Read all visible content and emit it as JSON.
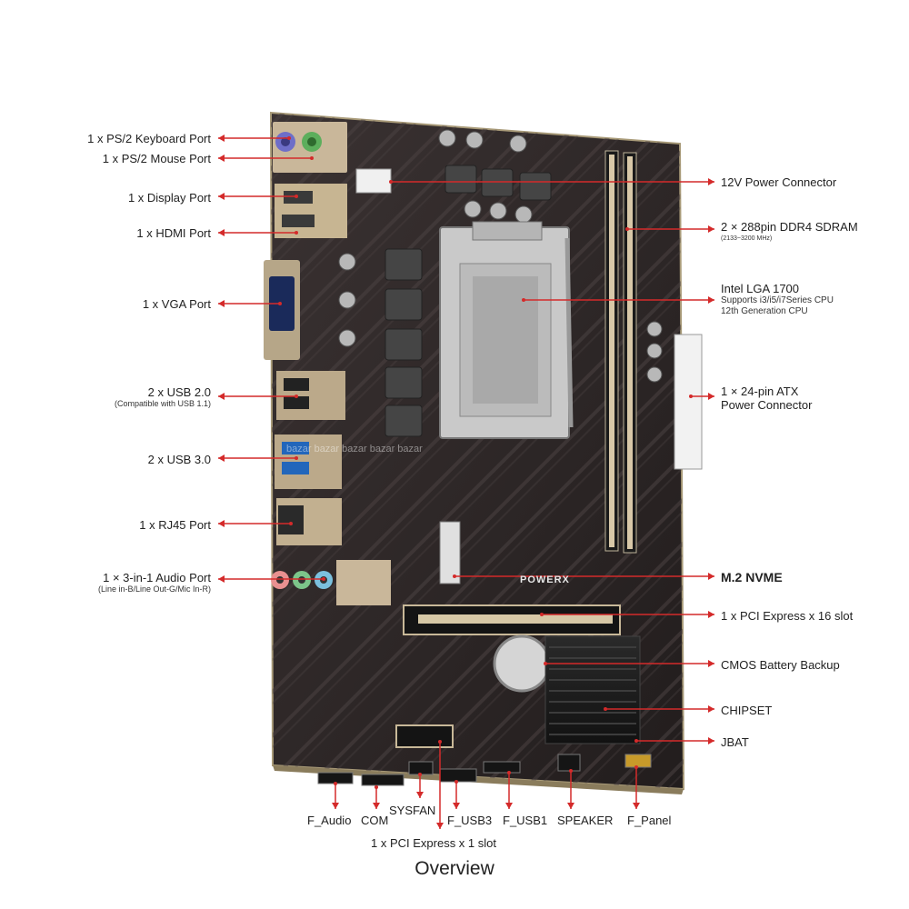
{
  "labels_left": [
    {
      "id": "ps2-keyboard",
      "text": "1 x PS/2 Keyboard Port",
      "sub": ""
    },
    {
      "id": "ps2-mouse",
      "text": "1 x PS/2 Mouse Port",
      "sub": ""
    },
    {
      "id": "display-port",
      "text": "1 x Display Port",
      "sub": ""
    },
    {
      "id": "hdmi-port",
      "text": "1 x HDMI Port",
      "sub": ""
    },
    {
      "id": "vga-port",
      "text": "1 x VGA Port",
      "sub": ""
    },
    {
      "id": "usb2",
      "text": "2 x USB 2.0",
      "sub": "(Compatible with USB 1.1)"
    },
    {
      "id": "usb3",
      "text": "2 x USB 3.0",
      "sub": ""
    },
    {
      "id": "rj45",
      "text": "1 x RJ45 Port",
      "sub": ""
    },
    {
      "id": "audio",
      "text": "1 × 3-in-1 Audio Port",
      "sub": "(Line in-B/Line Out-G/Mic In-R)"
    }
  ],
  "labels_right": [
    {
      "id": "power-12v",
      "text": "12V Power Connector",
      "sub": ""
    },
    {
      "id": "ddr4",
      "text": "2 × 288pin DDR4 SDRAM",
      "sub": "(2133~3200 MHz)"
    },
    {
      "id": "lga1700",
      "text": "Intel LGA 1700",
      "sub": "Supports i3/i5/i7Series CPU",
      "sub2": "12th Generation CPU"
    },
    {
      "id": "atx24",
      "text": "1 × 24-pin ATX",
      "sub": "Power Connector"
    },
    {
      "id": "m2",
      "text": "M.2 NVME",
      "sub": ""
    },
    {
      "id": "pcie16",
      "text": "1 x PCI Express x 16 slot",
      "sub": ""
    },
    {
      "id": "cmos",
      "text": "CMOS Battery Backup",
      "sub": ""
    },
    {
      "id": "chipset",
      "text": "CHIPSET",
      "sub": ""
    },
    {
      "id": "jbat",
      "text": "JBAT",
      "sub": ""
    }
  ],
  "labels_bottom": [
    {
      "id": "f-audio",
      "text": "F_Audio"
    },
    {
      "id": "com",
      "text": "COM"
    },
    {
      "id": "sysfan",
      "text": "SYSFAN"
    },
    {
      "id": "f-usb3",
      "text": "F_USB3"
    },
    {
      "id": "f-usb1",
      "text": "F_USB1"
    },
    {
      "id": "speaker",
      "text": "SPEAKER"
    },
    {
      "id": "f-panel",
      "text": "F_Panel"
    },
    {
      "id": "pcie1",
      "text": "1 x PCI Express x 1 slot"
    }
  ],
  "board_marking": "POWERX",
  "watermark": "bazar bazar bazar bazar bazar",
  "caption": "Overview",
  "colors": {
    "arrow": "#d42a2a",
    "board": "#2c2626",
    "text": "#222222"
  }
}
